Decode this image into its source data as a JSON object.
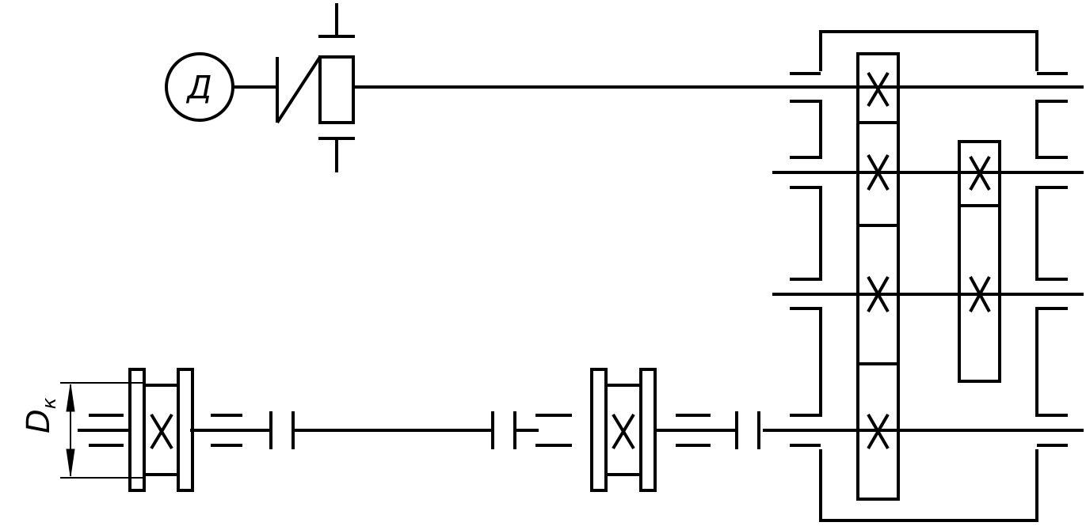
{
  "diagram": {
    "motor_label": "Д",
    "diameter_label": "D",
    "diameter_subscript": "к",
    "line_color": "#000000",
    "background": "#ffffff"
  }
}
